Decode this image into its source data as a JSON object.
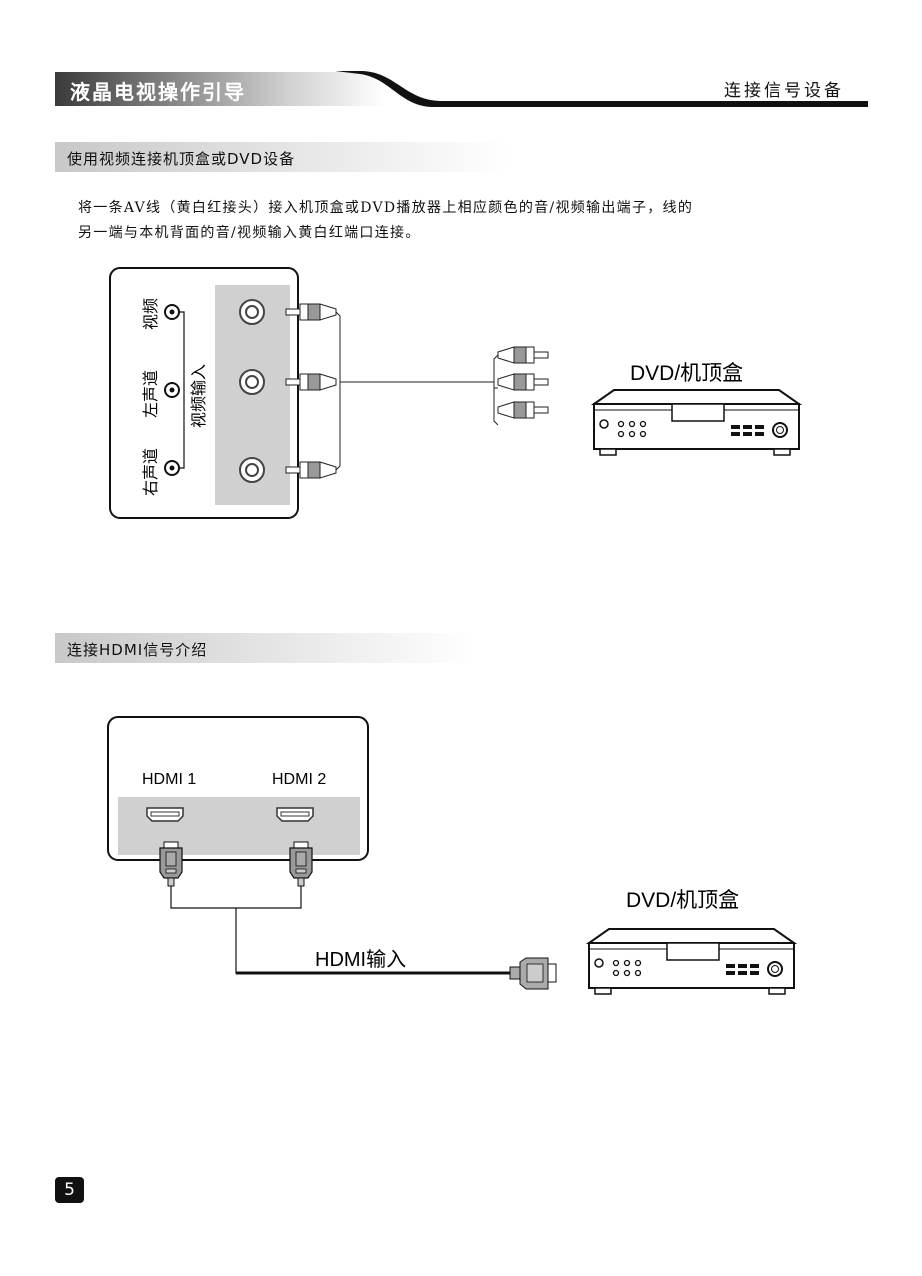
{
  "header": {
    "title": "液晶电视操作引导",
    "section": "连接信号设备"
  },
  "section1": {
    "heading": "使用视频连接机顶盒或DVD设备",
    "paragraph": [
      "将一条AV线（黄白红接头）接入机顶盒或DVD播放器上相应颜色的音/视频输出端子，线的",
      "另一端与本机背面的音/视频输入黄白红端口连接。"
    ],
    "diagram": {
      "jack_labels": [
        "视频",
        "左声道",
        "右声道"
      ],
      "group_label": "视频输入",
      "device_label": "DVD/机顶盒"
    }
  },
  "section2": {
    "heading": "连接HDMI信号介绍",
    "diagram": {
      "port_labels": [
        "HDMI 1",
        "HDMI 2"
      ],
      "cable_label": "HDMI输入",
      "device_label": "DVD/机顶盒"
    }
  },
  "page_number": "5"
}
